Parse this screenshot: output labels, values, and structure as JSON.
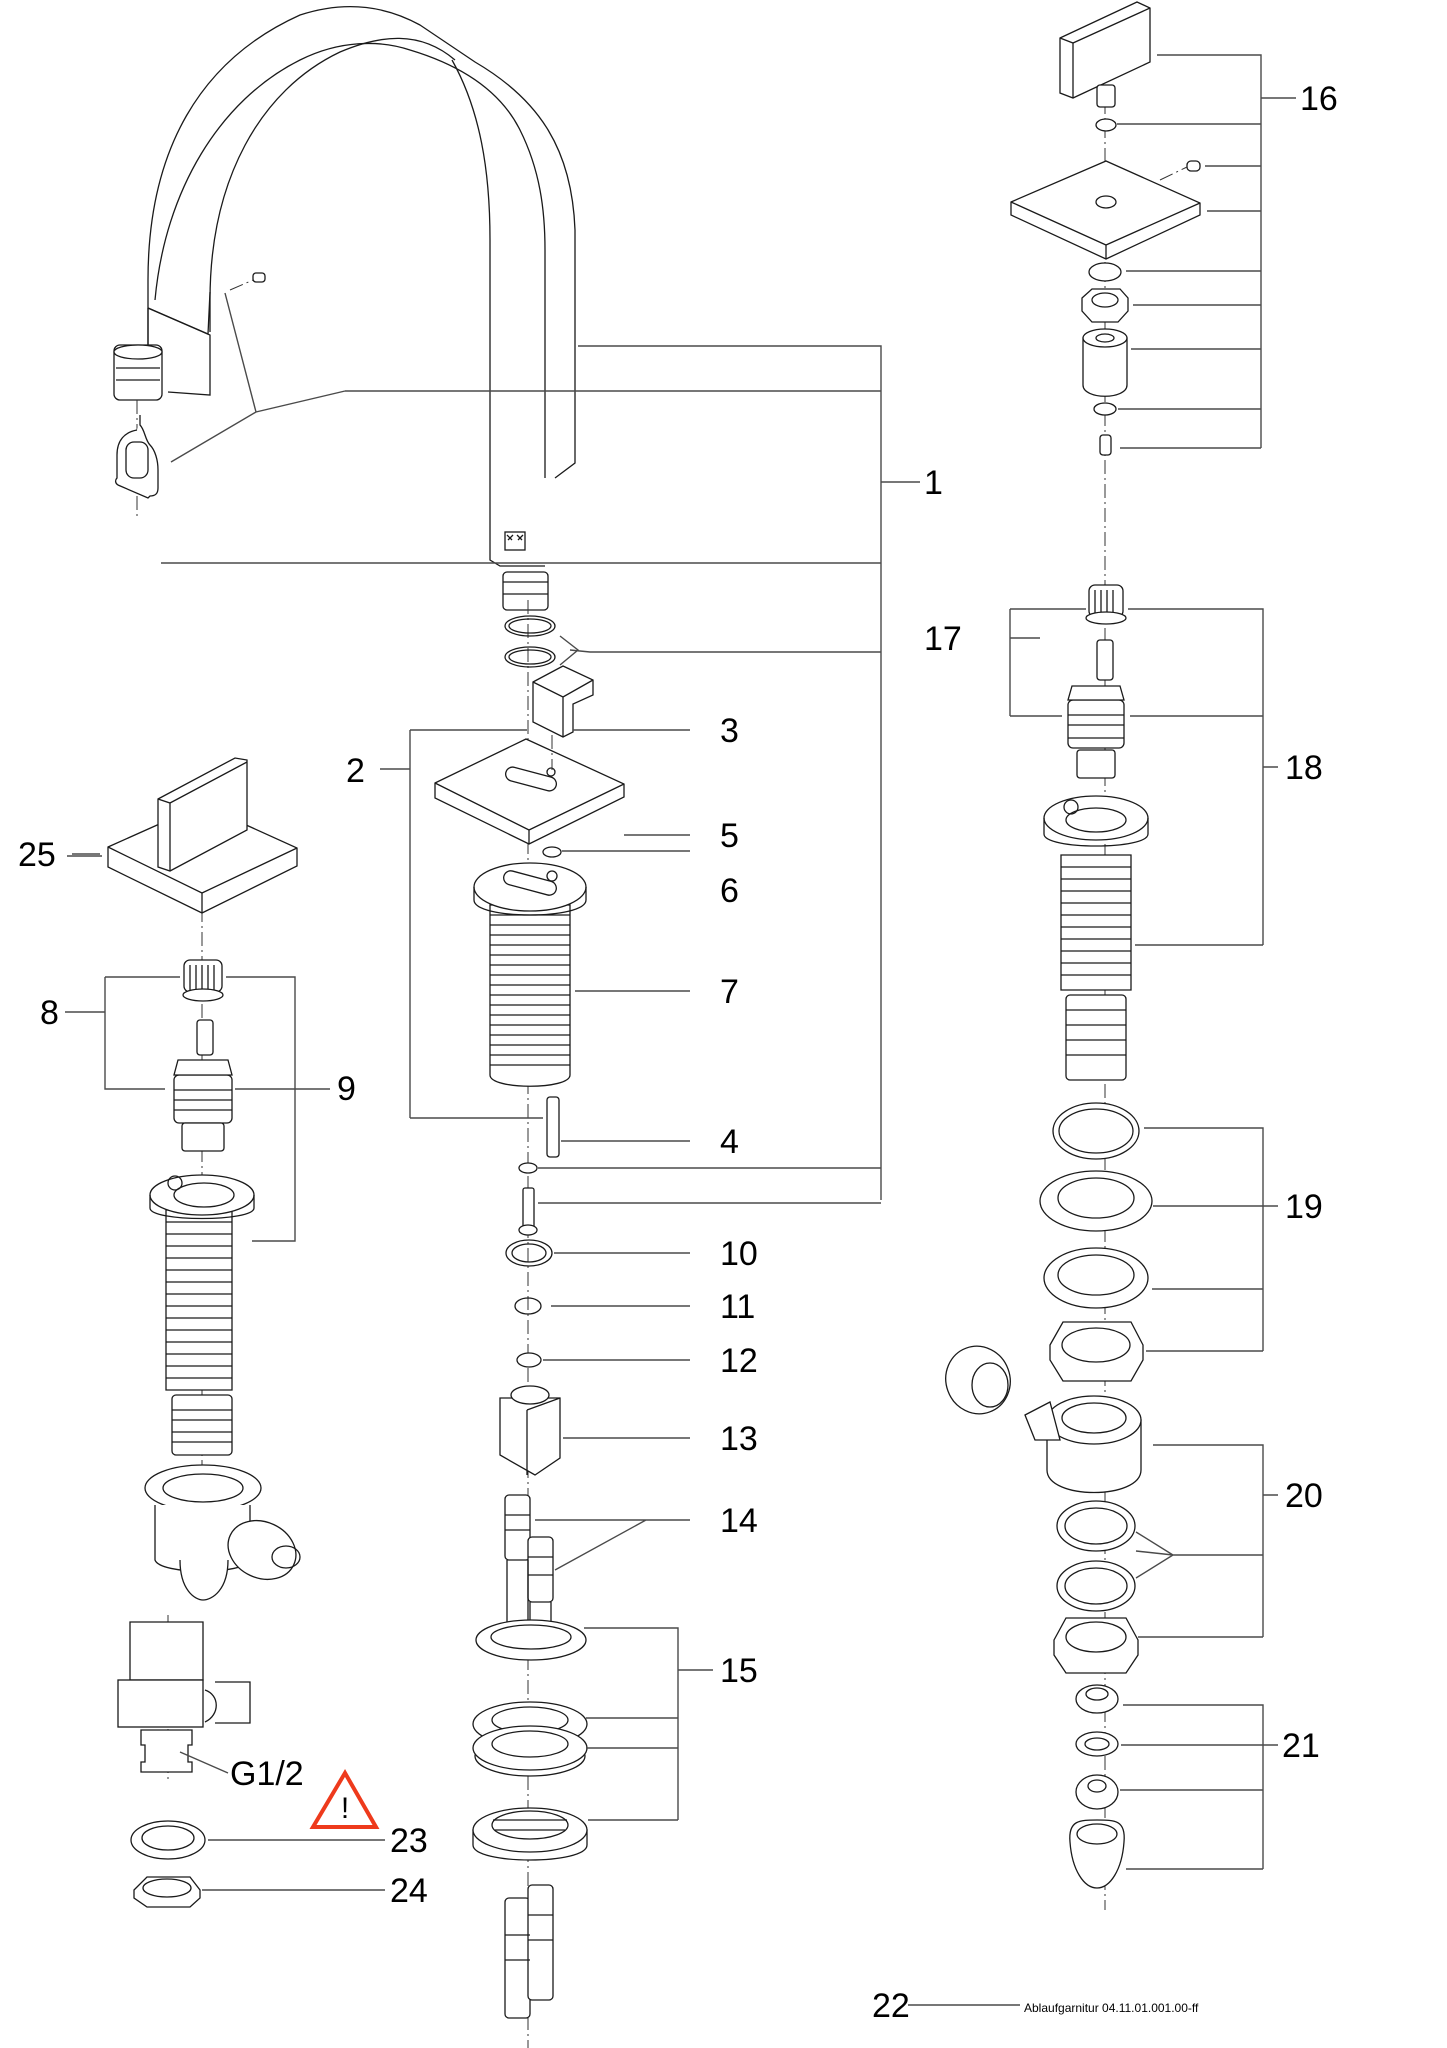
{
  "diagram": {
    "type": "exploded-parts-drawing",
    "subject": "deck-mounted kitchen faucet with separate valves",
    "callouts": [
      {
        "id": "1",
        "label": "1"
      },
      {
        "id": "2",
        "label": "2"
      },
      {
        "id": "3",
        "label": "3"
      },
      {
        "id": "4",
        "label": "4"
      },
      {
        "id": "5",
        "label": "5"
      },
      {
        "id": "6",
        "label": "6"
      },
      {
        "id": "7",
        "label": "7"
      },
      {
        "id": "8",
        "label": "8"
      },
      {
        "id": "9",
        "label": "9"
      },
      {
        "id": "10",
        "label": "10"
      },
      {
        "id": "11",
        "label": "11"
      },
      {
        "id": "12",
        "label": "12"
      },
      {
        "id": "13",
        "label": "13"
      },
      {
        "id": "14",
        "label": "14"
      },
      {
        "id": "15",
        "label": "15"
      },
      {
        "id": "16",
        "label": "16"
      },
      {
        "id": "17",
        "label": "17"
      },
      {
        "id": "18",
        "label": "18"
      },
      {
        "id": "19",
        "label": "19"
      },
      {
        "id": "20",
        "label": "20"
      },
      {
        "id": "21",
        "label": "21"
      },
      {
        "id": "22",
        "label": "22"
      },
      {
        "id": "23",
        "label": "23"
      },
      {
        "id": "24",
        "label": "24"
      },
      {
        "id": "25",
        "label": "25"
      }
    ],
    "thread_label": "G1/2",
    "warning_symbol": "!",
    "warning_color": "#ee3a1c",
    "footnote": "Ablaufgarnitur 04.11.01.001.00-ff"
  }
}
